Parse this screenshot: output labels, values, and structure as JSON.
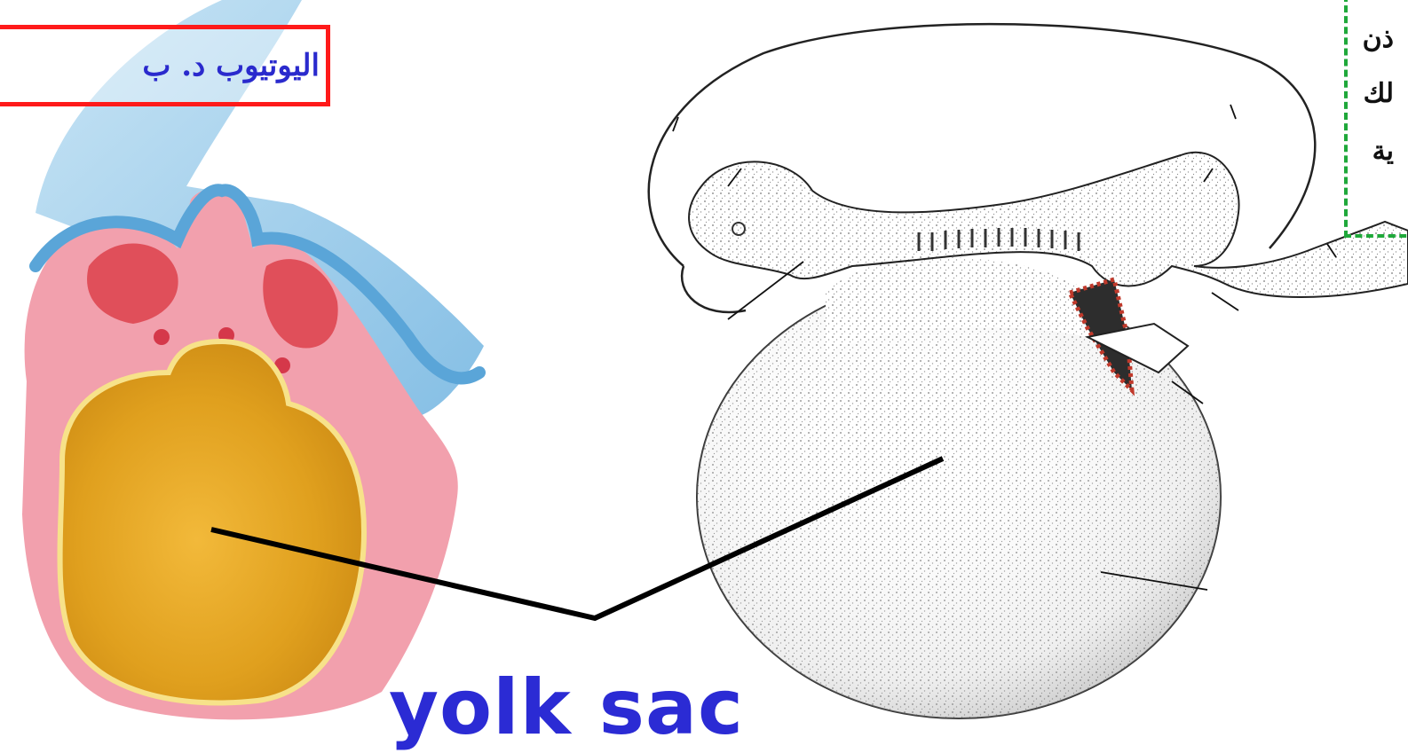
{
  "slide": {
    "channel_label": "اليوتيوب د. ب",
    "note_lines": [
      "ذن",
      "لك",
      "ية"
    ],
    "caption": "yolk sac"
  },
  "figure_left": {
    "name": "yolk-sac-cross-section-illustration"
  },
  "figure_right": {
    "name": "embryo-with-yolk-sac-stipple-drawing"
  },
  "colors": {
    "label_blue": "#2b2bd4",
    "frame_red": "#ff1a1a",
    "frame_green": "#1fa83a",
    "yolk_gold": "#e3a51f",
    "tissue_pink": "#f2a0ad",
    "ectoderm_blue": "#6fb3e0"
  }
}
